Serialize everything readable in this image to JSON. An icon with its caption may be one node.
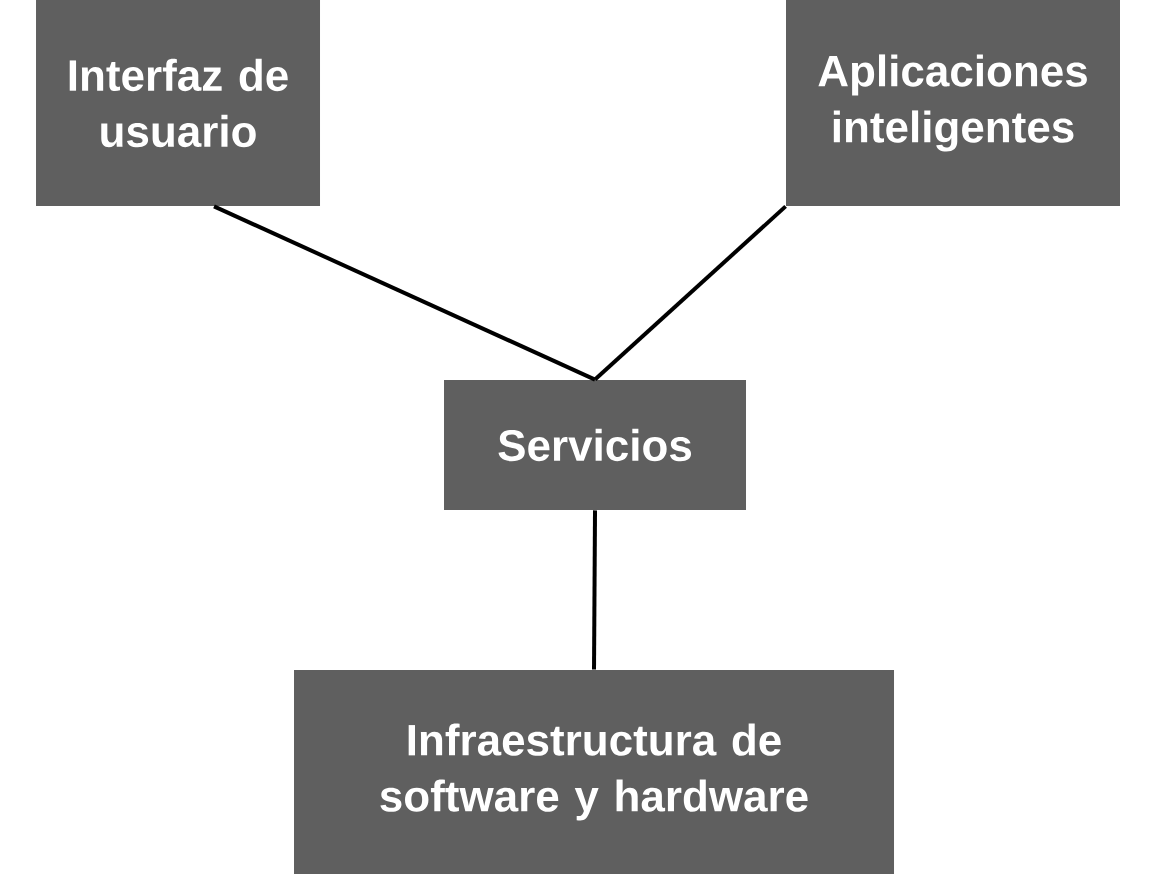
{
  "diagram": {
    "nodes": [
      {
        "text": [
          "Interfaz de usuario"
        ]
      },
      {
        "text": [
          "Aplicaciones inteligentes"
        ]
      },
      {
        "text": [
          "Servicios"
        ]
      },
      {
        "text": [
          "Infraestructura de software y hardware"
        ]
      }
    ],
    "edges": [
      {
        "from": 0,
        "to": 2,
        "arrow": "none"
      },
      {
        "from": 1,
        "to": 2,
        "arrow": "none"
      },
      {
        "from": 2,
        "to": 3,
        "arrow": "none"
      }
    ]
  }
}
